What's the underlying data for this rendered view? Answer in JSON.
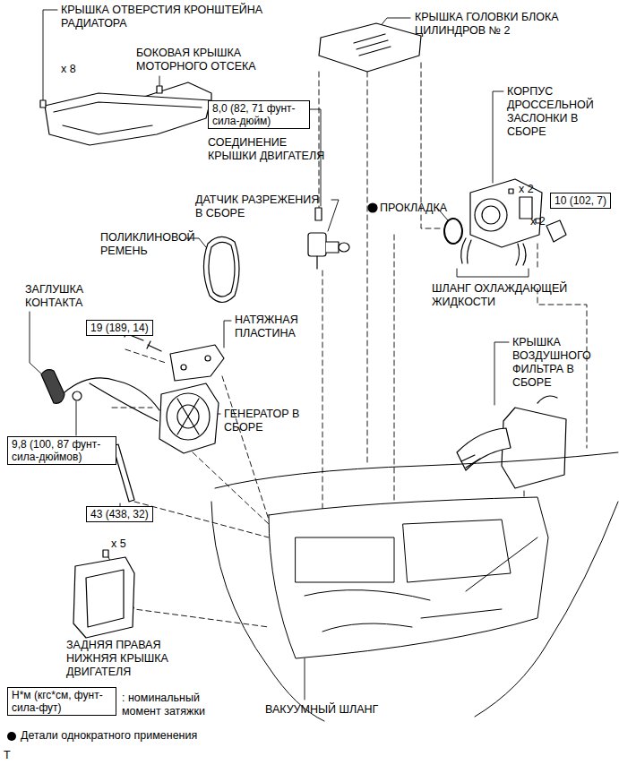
{
  "diagram": {
    "nodes": [
      {
        "text": [
          "8,0 (82, 71 фунт-сила-дюйм)"
        ]
      },
      {
        "text": [
          "10 (102, 7)"
        ]
      },
      {
        "text": [
          "19 (189, 14)"
        ]
      },
      {
        "text": [
          "9,8 (100, 87 фунт-сила-дюймов)"
        ]
      },
      {
        "text": [
          "43 (438, 32)"
        ]
      },
      {
        "text": [
          "Н*м (кгс*см, фунт-сила-фут)"
        ]
      }
    ],
    "edges": [],
    "labels": [
      "КРЫШКА ОТВЕРСТИЯ КРОНШТЕЙНА РАДИАТОРА",
      "x 8",
      "БОКОВАЯ КРЫШКА МОТОРНОГО ОТСЕКА",
      "КРЫШКА ГОЛОВКИ БЛОКА ЦИЛИНДРОВ № 2",
      "СОЕДИНЕНИЕ КРЫШКИ ДВИГАТЕЛЯ",
      "КОРПУС ДРОССЕЛЬНОЙ ЗАСЛОНКИ В СБОРЕ",
      "ДАТЧИК РАЗРЕЖЕНИЯ В СБОРЕ",
      "ПРОКЛАДКА",
      "x 2",
      "x 2",
      "ПОЛИКЛИНОВОЙ РЕМЕНЬ",
      "ЗАГЛУШКА КОНТАКТА",
      "ШЛАНГ ОХЛАЖДАЮЩЕЙ ЖИДКОСТИ",
      "НАТЯЖНАЯ ПЛАСТИНА",
      "КРЫШКА ВОЗДУШНОГО ФИЛЬТРА В СБОРЕ",
      "ГЕНЕРАТОР В СБОРЕ",
      "x 5",
      "ЗАДНЯЯ ПРАВАЯ НИЖНЯЯ КРЫШКА ДВИГАТЕЛЯ",
      ": номинальный момент затяжки",
      "ВАКУУМНЫЙ ШЛАНГ",
      "T"
    ],
    "legend": [
      {
        "text": "Детали однократного применения"
      }
    ]
  }
}
